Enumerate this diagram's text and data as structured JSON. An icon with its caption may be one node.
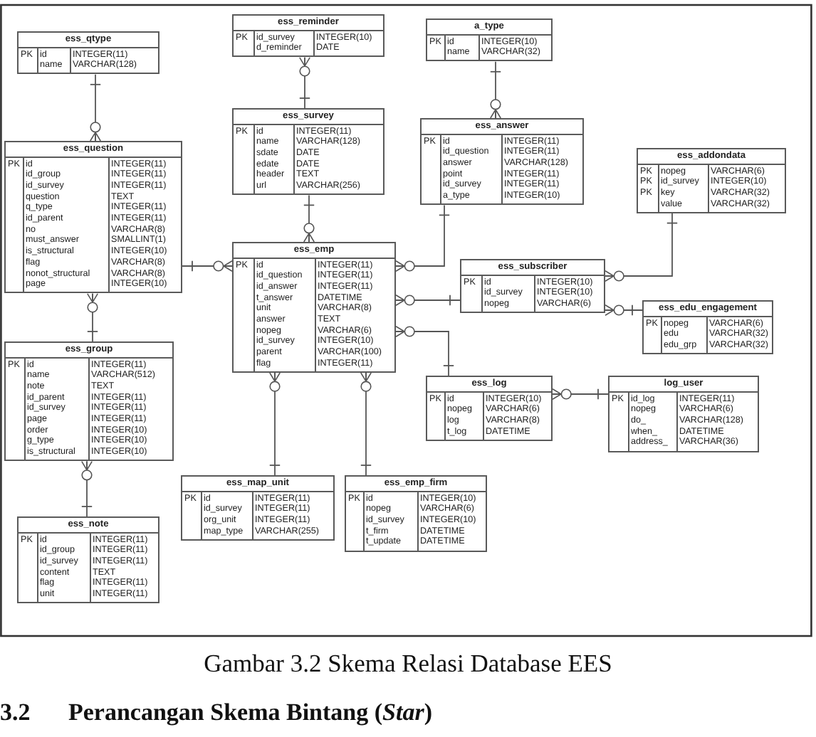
{
  "diagram": {
    "caption": "Gambar 3.2 Skema Relasi Database EES",
    "nodes": [
      {
        "text": [
          "ess_qtype",
          "PK",
          "id",
          "INTEGER(11)",
          "name",
          "VARCHAR(128)"
        ]
      },
      {
        "text": [
          "ess_reminder",
          "PK",
          "id_survey",
          "INTEGER(10)",
          "d_reminder",
          "DATE"
        ]
      },
      {
        "text": [
          "a_type",
          "PK",
          "id",
          "INTEGER(10)",
          "name",
          "VARCHAR(32)"
        ]
      },
      {
        "text": [
          "ess_survey",
          "PK",
          "id",
          "INTEGER(11)",
          "name",
          "VARCHAR(128)",
          "sdate",
          "DATE",
          "edate",
          "DATE",
          "header",
          "TEXT",
          "url",
          "VARCHAR(256)"
        ]
      },
      {
        "text": [
          "ess_answer",
          "PK",
          "id",
          "INTEGER(11)",
          "id_question",
          "INTEGER(11)",
          "answer",
          "VARCHAR(128)",
          "point",
          "INTEGER(11)",
          "id_survey",
          "INTEGER(11)",
          "a_type",
          "INTEGER(10)"
        ]
      },
      {
        "text": [
          "ess_question",
          "PK",
          "id",
          "INTEGER(11)",
          "id_group",
          "INTEGER(11)",
          "id_survey",
          "INTEGER(11)",
          "question",
          "TEXT",
          "q_type",
          "INTEGER(11)",
          "id_parent",
          "INTEGER(11)",
          "no",
          "VARCHAR(8)",
          "must_answer",
          "SMALLINT(1)",
          "is_structural",
          "INTEGER(10)",
          "flag",
          "VARCHAR(8)",
          "nonot_structural",
          "VARCHAR(8)",
          "page",
          "INTEGER(10)"
        ]
      },
      {
        "text": [
          "ess_addondata",
          "PK",
          "nopeg",
          "VARCHAR(6)",
          "PK",
          "id_survey",
          "INTEGER(10)",
          "PK",
          "key",
          "VARCHAR(32)",
          "value",
          "VARCHAR(32)"
        ]
      },
      {
        "text": [
          "ess_emp",
          "PK",
          "id",
          "INTEGER(11)",
          "id_question",
          "INTEGER(11)",
          "id_answer",
          "INTEGER(11)",
          "t_answer",
          "DATETIME",
          "unit",
          "VARCHAR(8)",
          "answer",
          "TEXT",
          "nopeg",
          "VARCHAR(6)",
          "id_survey",
          "INTEGER(10)",
          "parent",
          "VARCHAR(100)",
          "flag",
          "INTEGER(11)"
        ]
      },
      {
        "text": [
          "ess_subscriber",
          "PK",
          "id",
          "INTEGER(10)",
          "id_survey",
          "INTEGER(10)",
          "nopeg",
          "VARCHAR(6)"
        ]
      },
      {
        "text": [
          "ess_edu_engagement",
          "PK",
          "nopeg",
          "VARCHAR(6)",
          "edu",
          "VARCHAR(32)",
          "edu_grp",
          "VARCHAR(32)"
        ]
      },
      {
        "text": [
          "ess_group",
          "PK",
          "id",
          "INTEGER(11)",
          "name",
          "VARCHAR(512)",
          "note",
          "TEXT",
          "id_parent",
          "INTEGER(11)",
          "id_survey",
          "INTEGER(11)",
          "page",
          "INTEGER(11)",
          "order",
          "INTEGER(10)",
          "g_type",
          "INTEGER(10)",
          "is_structural",
          "INTEGER(10)"
        ]
      },
      {
        "text": [
          "ess_log",
          "PK",
          "id",
          "INTEGER(10)",
          "nopeg",
          "VARCHAR(6)",
          "log",
          "VARCHAR(8)",
          "t_log",
          "DATETIME"
        ]
      },
      {
        "text": [
          "log_user",
          "PK",
          "id_log",
          "INTEGER(11)",
          "nopeg",
          "VARCHAR(6)",
          "do_",
          "VARCHAR(128)",
          "when_",
          "DATETIME",
          "address_",
          "VARCHAR(36)"
        ]
      },
      {
        "text": [
          "ess_map_unit",
          "PK",
          "id",
          "INTEGER(11)",
          "id_survey",
          "INTEGER(11)",
          "org_unit",
          "INTEGER(11)",
          "map_type",
          "VARCHAR(255)"
        ]
      },
      {
        "text": [
          "ess_emp_firm",
          "PK",
          "id",
          "INTEGER(10)",
          "nopeg",
          "VARCHAR(6)",
          "id_survey",
          "INTEGER(10)",
          "t_firm",
          "DATETIME",
          "t_update",
          "DATETIME"
        ]
      },
      {
        "text": [
          "ess_note",
          "PK",
          "id",
          "INTEGER(11)",
          "id_group",
          "INTEGER(11)",
          "id_survey",
          "INTEGER(11)",
          "content",
          "TEXT",
          "flag",
          "INTEGER(11)",
          "unit",
          "INTEGER(11)"
        ]
      }
    ],
    "edges": [
      {
        "from": 0,
        "to": 5,
        "arrow": "other"
      },
      {
        "from": 3,
        "to": 1,
        "arrow": "other"
      },
      {
        "from": 2,
        "to": 4,
        "arrow": "other"
      },
      {
        "from": 3,
        "to": 7,
        "arrow": "other"
      },
      {
        "from": 4,
        "to": 7,
        "arrow": "other"
      },
      {
        "from": 10,
        "to": 5,
        "arrow": "other"
      },
      {
        "from": 5,
        "to": 7,
        "arrow": "other"
      },
      {
        "from": 6,
        "to": 8,
        "arrow": "other"
      },
      {
        "from": 8,
        "to": 7,
        "arrow": "other"
      },
      {
        "from": 9,
        "to": 8,
        "arrow": "other"
      },
      {
        "from": 11,
        "to": 7,
        "arrow": "other"
      },
      {
        "from": 12,
        "to": 11,
        "arrow": "other"
      },
      {
        "from": 15,
        "to": 10,
        "arrow": "other"
      },
      {
        "from": 13,
        "to": 7,
        "arrow": "other"
      },
      {
        "from": 14,
        "to": 7,
        "arrow": "other"
      }
    ],
    "labels": [
      "3.2",
      "Perancangan Skema Bintang (*Star*)"
    ]
  }
}
